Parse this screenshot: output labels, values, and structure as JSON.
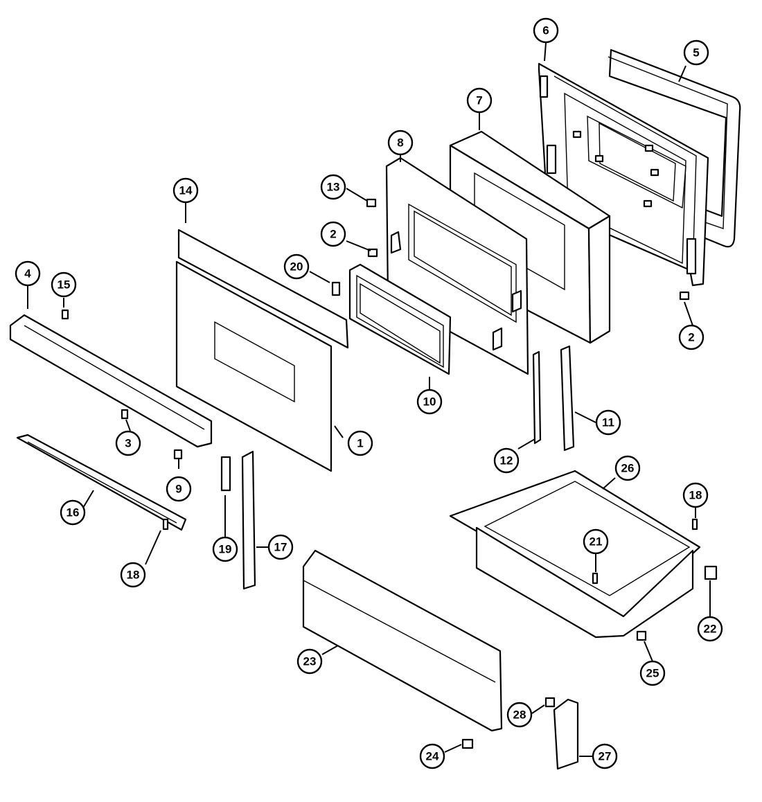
{
  "callouts": [
    "1",
    "2",
    "2",
    "3",
    "4",
    "5",
    "6",
    "7",
    "8",
    "9",
    "10",
    "11",
    "12",
    "13",
    "14",
    "15",
    "16",
    "17",
    "18",
    "18",
    "19",
    "20",
    "21",
    "22",
    "23",
    "24",
    "25",
    "26",
    "27",
    "28"
  ]
}
